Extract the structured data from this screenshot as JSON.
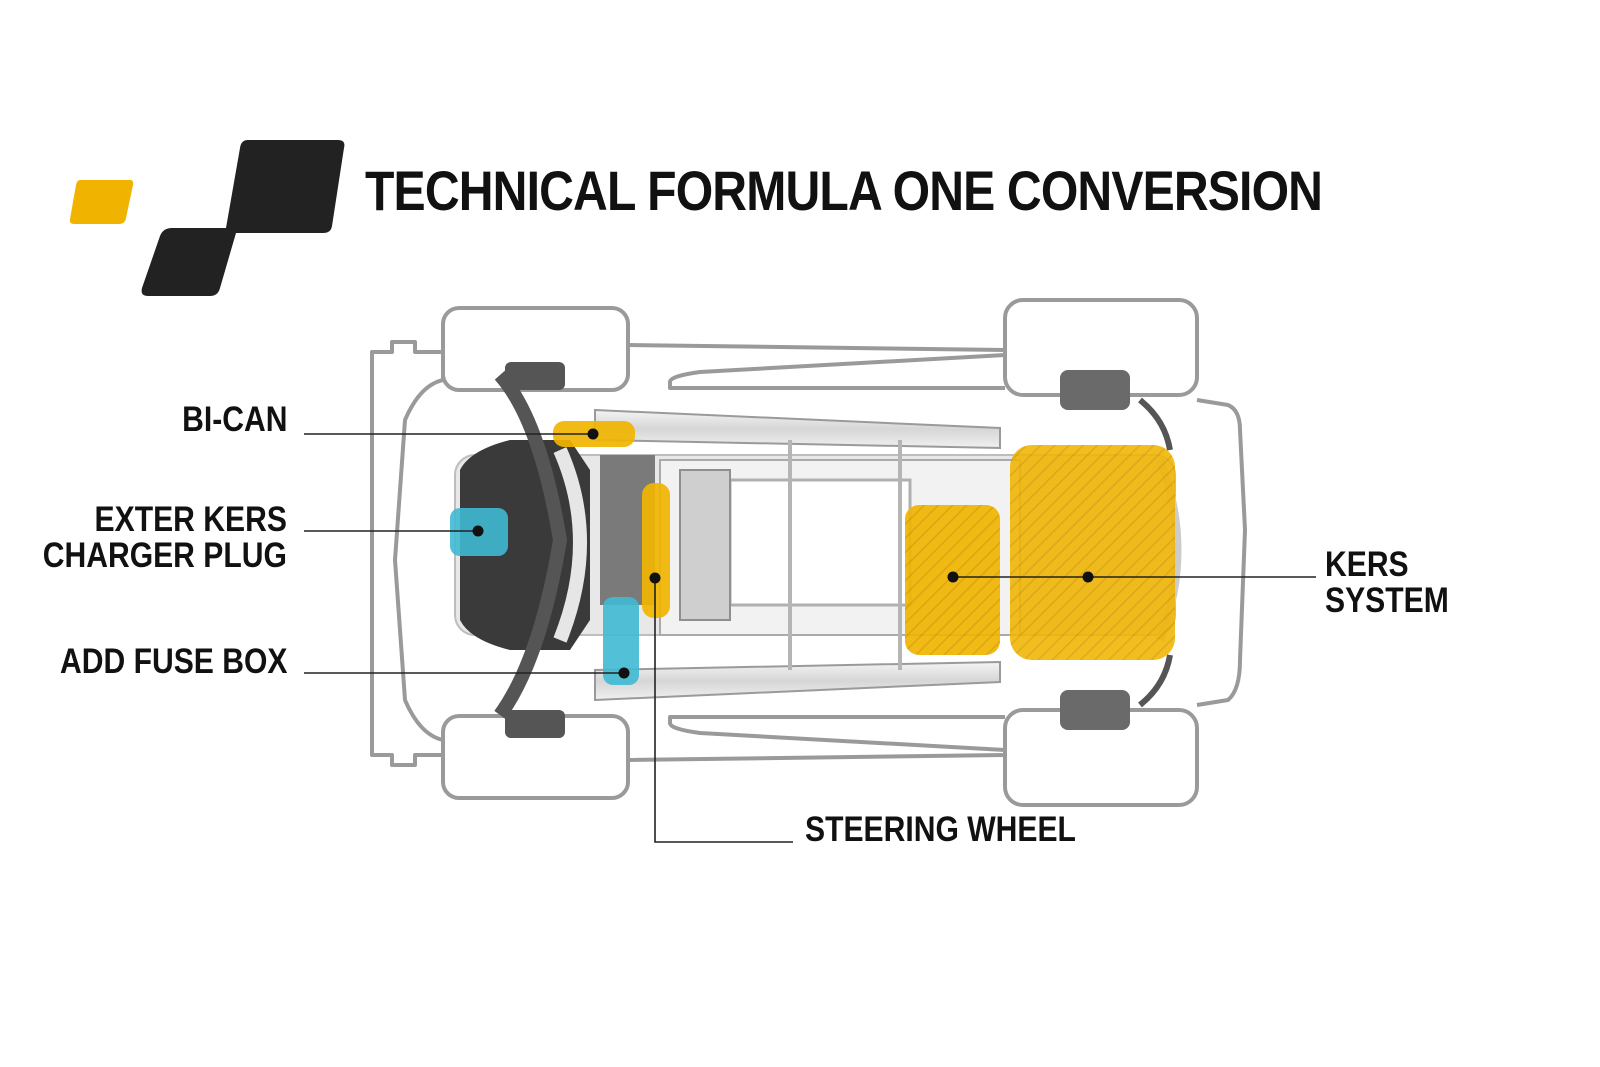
{
  "header": {
    "title": "TECHNICAL FORMULA ONE CONVERSION",
    "logo": "checkered-flag-logo"
  },
  "callouts": {
    "bi_can": {
      "line1": "BI-CAN"
    },
    "exter_kers": {
      "line1": "EXTER KERS",
      "line2": "CHARGER PLUG"
    },
    "add_fuse_box": {
      "line1": "ADD FUSE BOX"
    },
    "steering_wheel": {
      "line1": "STEERING WHEEL"
    },
    "kers_system": {
      "line1": "KERS",
      "line2": "SYSTEM"
    }
  },
  "colors": {
    "accent_yellow": "#f0b400",
    "accent_cyan": "#3fb9d2",
    "logo_dark": "#222222",
    "outline_grey": "#9a9a9a"
  }
}
